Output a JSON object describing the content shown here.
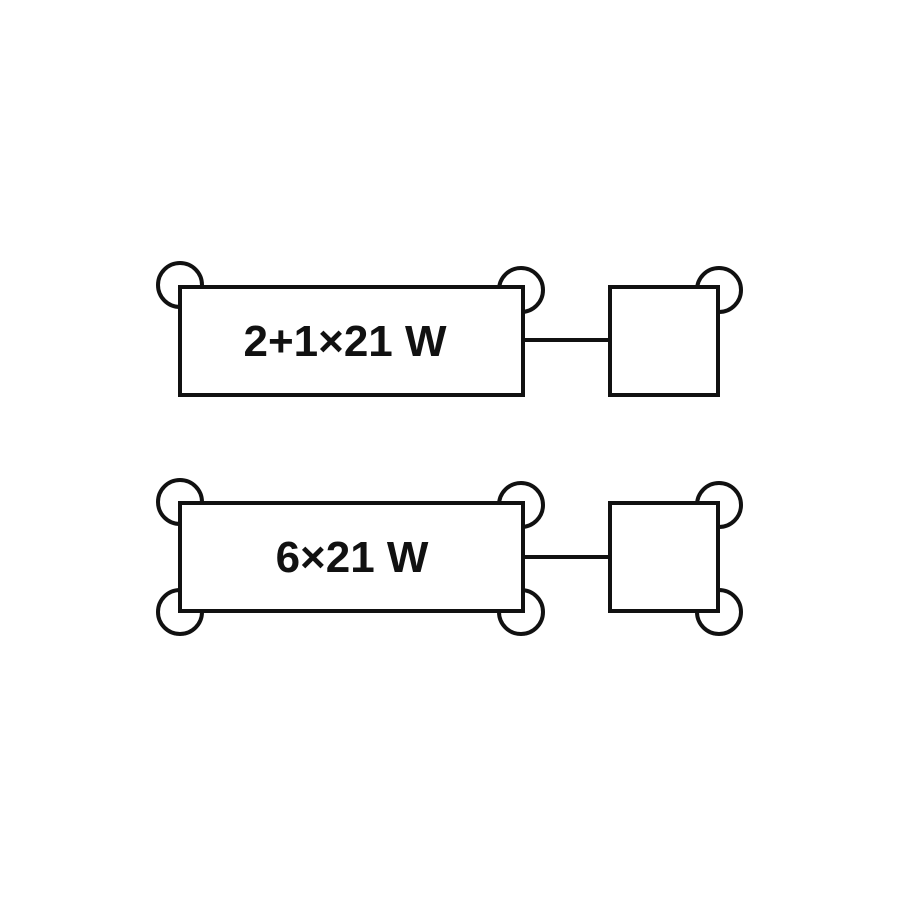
{
  "diagram": {
    "background": "#ffffff",
    "line_color": "#111111",
    "rows": [
      {
        "label": "2+1×21 W",
        "lamp_positions_main": [
          "top-left",
          "top-right"
        ],
        "lamp_positions_trailer": [
          "top-right"
        ]
      },
      {
        "label": "6×21 W",
        "lamp_positions_main": [
          "top-left",
          "top-right",
          "bottom-left",
          "bottom-right"
        ],
        "lamp_positions_trailer": [
          "top-right",
          "bottom-right"
        ]
      }
    ]
  }
}
